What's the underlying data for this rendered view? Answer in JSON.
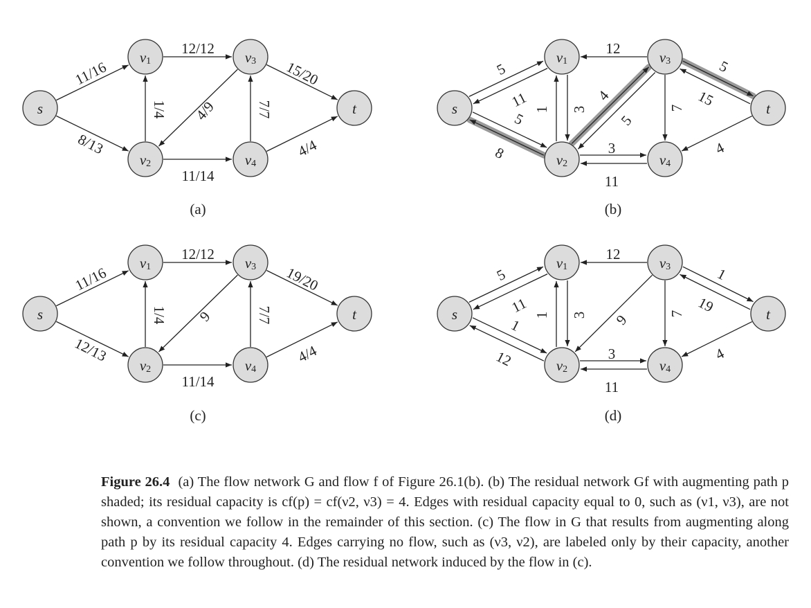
{
  "panels": [
    {
      "id": "a",
      "label": "(a)",
      "nodes": {
        "s": "s",
        "v1": "v",
        "v2": "v",
        "v3": "v",
        "v4": "v",
        "t": "t"
      },
      "edges": [
        {
          "label": "11/16"
        },
        {
          "label": "8/13"
        },
        {
          "label": "12/12"
        },
        {
          "label": "1/4"
        },
        {
          "label": "4/9"
        },
        {
          "label": "11/14"
        },
        {
          "label": "7/7"
        },
        {
          "label": "15/20"
        },
        {
          "label": "4/4"
        }
      ]
    },
    {
      "id": "b",
      "label": "(b)",
      "nodes": {
        "s": "s",
        "v1": "v",
        "v2": "v",
        "v3": "v",
        "v4": "v",
        "t": "t"
      },
      "edges": [
        {
          "label": "5"
        },
        {
          "label": "11"
        },
        {
          "label": "5"
        },
        {
          "label": "8"
        },
        {
          "label": "12"
        },
        {
          "label": "1"
        },
        {
          "label": "3"
        },
        {
          "label": "4"
        },
        {
          "label": "5"
        },
        {
          "label": "3"
        },
        {
          "label": "11"
        },
        {
          "label": "7"
        },
        {
          "label": "5"
        },
        {
          "label": "15"
        },
        {
          "label": "4"
        }
      ]
    },
    {
      "id": "c",
      "label": "(c)",
      "nodes": {
        "s": "s",
        "v1": "v",
        "v2": "v",
        "v3": "v",
        "v4": "v",
        "t": "t"
      },
      "edges": [
        {
          "label": "11/16"
        },
        {
          "label": "12/13"
        },
        {
          "label": "12/12"
        },
        {
          "label": "1/4"
        },
        {
          "label": "9"
        },
        {
          "label": "11/14"
        },
        {
          "label": "7/7"
        },
        {
          "label": "19/20"
        },
        {
          "label": "4/4"
        }
      ]
    },
    {
      "id": "d",
      "label": "(d)",
      "nodes": {
        "s": "s",
        "v1": "v",
        "v2": "v",
        "v3": "v",
        "v4": "v",
        "t": "t"
      },
      "edges": [
        {
          "label": "5"
        },
        {
          "label": "11"
        },
        {
          "label": "1"
        },
        {
          "label": "12"
        },
        {
          "label": "12"
        },
        {
          "label": "1"
        },
        {
          "label": "3"
        },
        {
          "label": "9"
        },
        {
          "label": "3"
        },
        {
          "label": "11"
        },
        {
          "label": "7"
        },
        {
          "label": "1"
        },
        {
          "label": "19"
        },
        {
          "label": "4"
        }
      ]
    }
  ],
  "subscripts": {
    "v1": "1",
    "v2": "2",
    "v3": "3",
    "v4": "4"
  },
  "caption": {
    "figure_number": "Figure 26.4",
    "text": "(a) The flow network G and flow f of Figure 26.1(b). (b) The residual network Gf with augmenting path p shaded; its residual capacity is cf(p) = cf(ν2, ν3) = 4. Edges with residual capacity equal to 0, such as (ν1, ν3), are not shown, a convention we follow in the remainder of this section. (c) The flow in G that results from augmenting along path p by its residual capacity 4. Edges carrying no flow, such as (ν3, ν2), are labeled only by their capacity, another convention we follow throughout. (d) The residual network induced by the flow in (c)."
  }
}
